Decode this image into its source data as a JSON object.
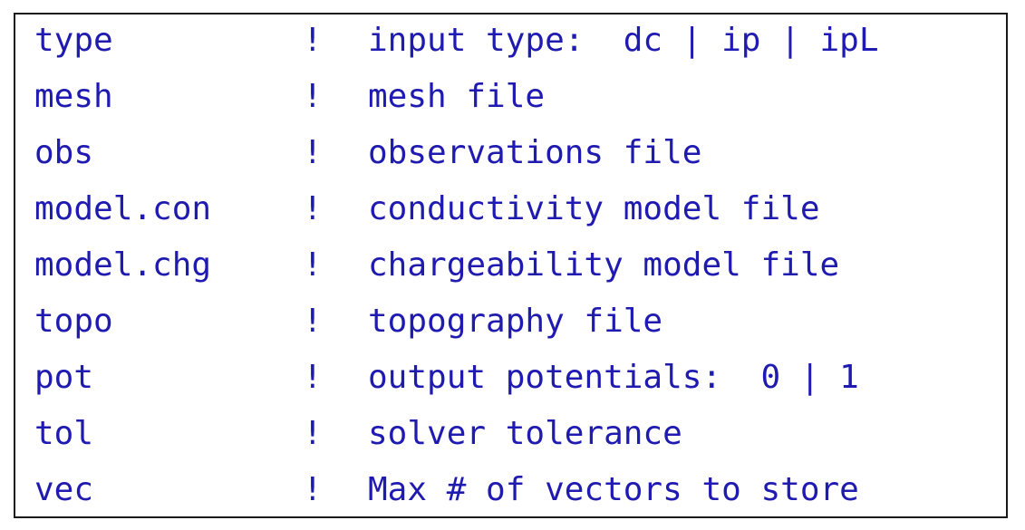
{
  "rows": [
    {
      "key": "type",
      "sep": "!",
      "desc": "input type:  dc | ip | ipL"
    },
    {
      "key": "mesh",
      "sep": "!",
      "desc": "mesh file"
    },
    {
      "key": "obs",
      "sep": "!",
      "desc": "observations file"
    },
    {
      "key": "model.con",
      "sep": "!",
      "desc": "conductivity model file"
    },
    {
      "key": "model.chg",
      "sep": "!",
      "desc": "chargeability model file"
    },
    {
      "key": "topo",
      "sep": "!",
      "desc": "topography file"
    },
    {
      "key": "pot",
      "sep": "!",
      "desc": "output potentials:  0 | 1"
    },
    {
      "key": "tol",
      "sep": "!",
      "desc": "solver tolerance"
    },
    {
      "key": "vec",
      "sep": "!",
      "desc": "Max # of vectors to store"
    }
  ],
  "colors": {
    "text": "#1f1ab0",
    "border": "#1a1a1a",
    "background": "#ffffff"
  }
}
